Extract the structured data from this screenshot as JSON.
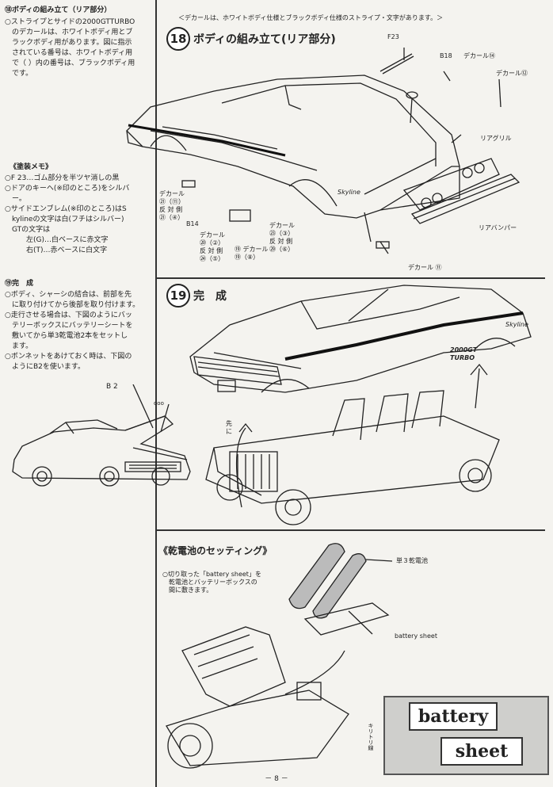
{
  "left": {
    "sec18_heading": "⑱ボディの組み立て（リア部分）",
    "sec18_body": "○ストライプとサイドの2000GTTURBO\n　のデカールは、ホワイトボディ用とブ\n　ラックボディ用があります。図に指示\n　されている番号は、ホワイトボディ用\n　で（ ）内の番号は、ブラックボディ用\n　です。",
    "paint_heading": "《塗装メモ》",
    "paint_body": "○F 23…ゴム部分を半ツヤ消しの黒\n○ドアのキーヘ(※印のところ)をシルバ\n　ー。\n○サイドエンブレム(※印のところ)はS\n　kylineの文字は白(フチはシルバー)\n　GTの文字は\n　　　左(G)…白ベースに赤文字\n　　　右(T)…赤ベースに白文字",
    "sec19_heading": "⑲完　成",
    "sec19_body": "○ボディ、シャーシの結合は、前部を先\n　に取り付けてから後部を取り付けます。\n○走行させる場合は、下図のようにバッ\n　テリーボックスにバッテリーシートを\n　敷いてから単3乾電池2本をセットし\n　ます。\n○ボンネットをあけておく時は、下図の\n　ようにB2を使います。",
    "b2_label": "B 2"
  },
  "top_banner": "＜デカールは、ホワイトボディ仕様とブラックボディ仕様のストライプ・文字があります。＞",
  "step18": {
    "num": "18",
    "title": "ボディの組み立て(リア部分)",
    "labels": {
      "f23": "F23",
      "b18": "B18",
      "decal14": "デカール⑭",
      "decal12": "デカール⑫",
      "rear_grille": "リアグリル",
      "rear_bumper": "リアバンパー",
      "decal11": "デカール ⑪",
      "decal_left": "デカール\n㉑（⑪）\n反 対 側\n㉑（④）",
      "b14": "B14",
      "decal_mid": "デカール\n⑳（②）\n反 対 側\n㉔（⑤）",
      "decal_mid2": "⑲ デカール\n⑲（⑧）",
      "decal_right": "デカール\n㉓（③）\n反 対 側\n㉙（⑥）",
      "skyline": "Skyline"
    }
  },
  "step19": {
    "num": "19",
    "title": "完　成",
    "saki": "先\nに",
    "turbo_text": "2000GT\nTURBO",
    "skyline": "Skyline"
  },
  "battery": {
    "heading": "《乾電池のセッティング》",
    "instructions": "○切り取った「battery sheet」を\n　乾電池とバッテリーボックスの\n　間に敷きます。",
    "cell_label": "単３乾電池",
    "sheet_label": "battery sheet",
    "cut_label": "キリトリ線",
    "sheet_word1": "battery",
    "sheet_word2": "sheet"
  },
  "page_number": "－ 8 －"
}
